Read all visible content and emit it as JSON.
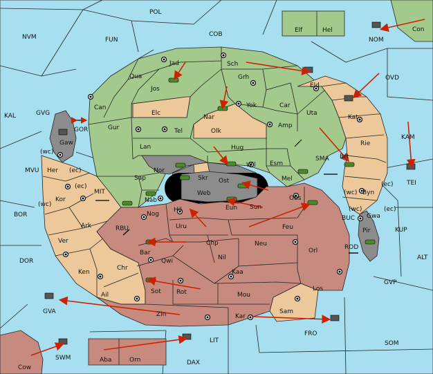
{
  "colors": {
    "sea": "#a8dff0",
    "green_power": "#a3c98d",
    "tan_power": "#ecc89a",
    "red_power": "#c78a7f",
    "impassable": "#8c8c8c",
    "order_arrow": "#cc2200"
  },
  "labels": {
    "POL": "POL",
    "NVM": "NVM",
    "FUN": "FUN",
    "COB": "COB",
    "Elf": "Elf",
    "Hel": "Hel",
    "NOM": "NOM",
    "Con": "Con",
    "Jad": "Jad",
    "Sch": "Sch",
    "Qua": "Qua",
    "Jos": "Jos",
    "Grh": "Grh",
    "Eld": "Eld",
    "OVD": "OVD",
    "Can": "Can",
    "Yok": "Yok",
    "Car": "Car",
    "Nar": "Nar",
    "Elc": "Elc",
    "Uta": "Uta",
    "Kat": "Kat",
    "KAL": "KAL",
    "GVG": "GVG",
    "GOR": "GOR",
    "Tel": "Tel",
    "Olk": "Olk",
    "Amp": "Amp",
    "Gaw": "Gaw",
    "Gur": "Gur",
    "Lan": "Lan",
    "Hug": "Hug",
    "Rie": "Rie",
    "KAM": "KAM",
    "wc1": "(wc)",
    "Brt": "Brt",
    "MVU": "MVU",
    "Her": "Her",
    "ec1": "(ec)",
    "Nor": "Nor",
    "Wil": "Wil",
    "Esm": "Esm",
    "SMA": "SMA",
    "Sap": "Sap",
    "Skr": "Skr",
    "Mel": "Mel",
    "TEI": "TEI",
    "ec2": "(ec)",
    "MIT": "MIT",
    "Ost": "Ost",
    "Kor": "Kor",
    "Web": "Web",
    "wc2": "(wc)",
    "Byn": "Byn",
    "ec3": "(ec)",
    "BOR": "BOR",
    "wc3": "(wc)",
    "Nab": "Nab",
    "Obs": "Obs",
    "Eun": "Eun",
    "Sun": "Sun",
    "wc4": "(wc)",
    "Gwa": "Gwa",
    "ec4": "(ec)",
    "Ark": "Ark",
    "Hil": "Hil",
    "Nog": "Nog",
    "RBU": "RBU",
    "Uru": "Uru",
    "Feu": "Feu",
    "BUC": "BUC",
    "KUP": "KUP",
    "Pir": "Pir",
    "Ver": "Ver",
    "Chp": "Chp",
    "Neu": "Neu",
    "Orl": "Orl",
    "ROD": "ROD",
    "DOR": "DOR",
    "Bar": "Bar",
    "Qwi": "Qwi",
    "Nil": "Nil",
    "ALT": "ALT",
    "Ken": "Ken",
    "Chr": "Chr",
    "Kaa": "Kaa",
    "GVP": "GVP",
    "Sot": "Sot",
    "Rot": "Rot",
    "Los": "Los",
    "Ail": "Ail",
    "Mou": "Mou",
    "GVA": "GVA",
    "Zin": "Zin",
    "Sam": "Sam",
    "Kar": "Kar",
    "FRO": "FRO",
    "SOM": "SOM",
    "LIT": "LIT",
    "SWM": "SWM",
    "Cow": "Cow",
    "Aba": "Aba",
    "Orn": "Orn",
    "DAX": "DAX"
  }
}
